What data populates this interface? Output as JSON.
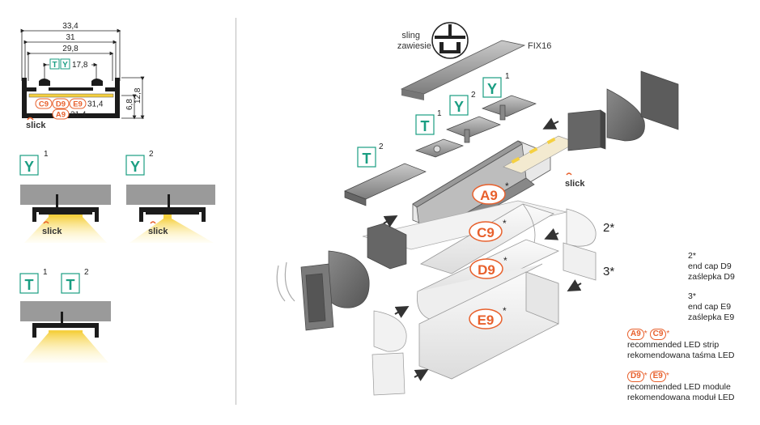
{
  "dimensions": {
    "width_outer": "33,4",
    "width_mid": "31",
    "width_inner": "29,8",
    "width_ty": "17,8",
    "h_small": "6,8",
    "h_total": "12,8",
    "strip_c9_d9_e9": "31,4",
    "strip_a9": "31,4"
  },
  "labels": {
    "Y": "Y",
    "T": "T",
    "sup1": "1",
    "sup2": "2",
    "slick": "slick",
    "C9": "C9",
    "D9": "D9",
    "E9": "E9",
    "A9": "A9",
    "star": "*",
    "sling_line1": "sling",
    "sling_line2": "zawiesie",
    "fix": "FIX16",
    "cap2": "2*",
    "cap3": "3*"
  },
  "legend": {
    "n2": "2*",
    "n2_line1": "end cap D9",
    "n2_line2": "zaślepka D9",
    "n3": "3*",
    "n3_line1": "end cap E9",
    "n3_line2": "zaślepka E9",
    "strip_line1": "recommended LED strip",
    "strip_line2": "rekomendowana taśma LED",
    "module_line1": "recommended LED module",
    "module_line2": "rekomendowana moduł LED"
  },
  "colors": {
    "teal": "#1a9e82",
    "orange": "#e8602c",
    "profile": "#1b1b1b",
    "ceiling": "#9a9a9a",
    "light": "#f5d040"
  },
  "icons": [
    "sling-icon",
    "arrow-icon",
    "slick-logo-icon"
  ]
}
